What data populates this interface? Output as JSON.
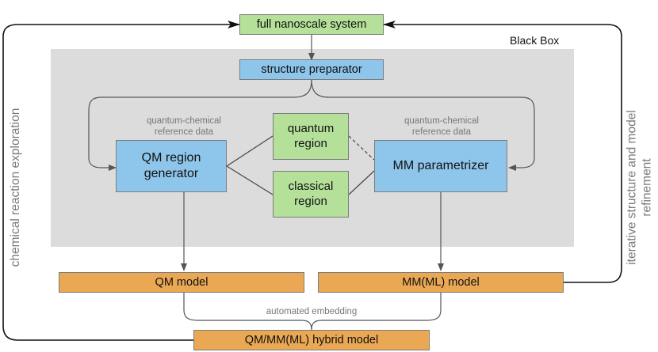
{
  "nodes": {
    "full_system": "full nanoscale system",
    "structure_preparator": "structure preparator",
    "qm_region_generator": "QM region\ngenerator",
    "mm_parametrizer": "MM parametrizer",
    "quantum_region": "quantum\nregion",
    "classical_region": "classical\nregion",
    "qm_model": "QM model",
    "mmml_model": "MM(ML) model",
    "hybrid_model": "QM/MM(ML) hybrid model"
  },
  "labels": {
    "black_box": "Black Box",
    "ref_data_left": "quantum-chemical\nreference data",
    "ref_data_right": "quantum-chemical\nreference data",
    "automated_embedding": "automated embedding",
    "left_loop": "chemical reaction exploration",
    "right_loop": "iterative structure and model\nrefinement"
  },
  "colors": {
    "green": "#b5e09a",
    "blue": "#8ec5ea",
    "orange": "#eaa854",
    "panel": "#dcdcdc"
  }
}
